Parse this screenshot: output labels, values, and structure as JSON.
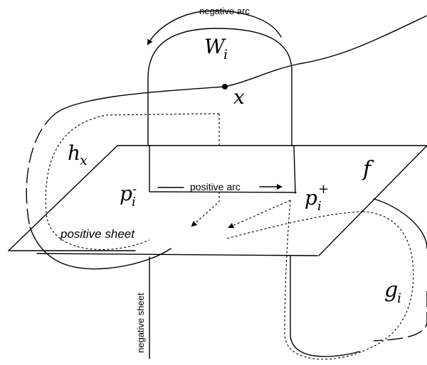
{
  "labels": {
    "W": "W",
    "W_sub": "i",
    "x": "x",
    "h": "h",
    "h_sub": "x",
    "f": "f",
    "p_minus": "p",
    "p_minus_sub": "i",
    "p_minus_sup": "-",
    "p_plus": "p",
    "p_plus_sub": "i",
    "p_plus_sup": "+",
    "g": "g",
    "g_sub": "i",
    "negative_arc": "negative arc",
    "positive_arc": "positive arc",
    "positive_sheet": "positive sheet",
    "negative_sheet": "negative sheet"
  }
}
